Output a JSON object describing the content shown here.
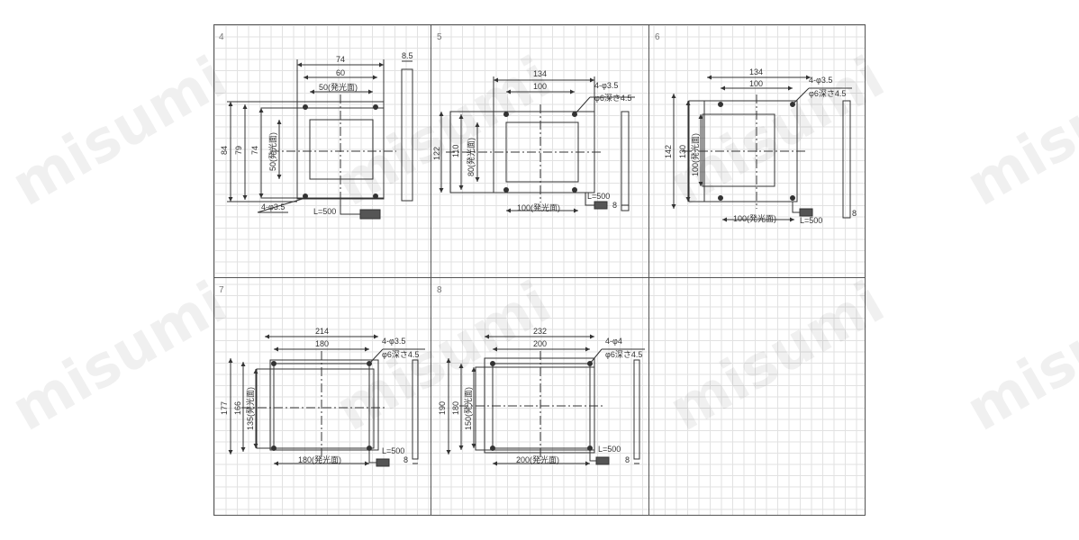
{
  "watermark": "misumi",
  "panels": [
    {
      "number": "4",
      "dims": {
        "w_total": "74",
        "w_mid": "60",
        "w_emit": "50(発光面)",
        "h_total": "84",
        "h_mid": "79",
        "h_inner": "74",
        "h_emit": "50(発光面)",
        "thickness": "8.5",
        "holes": "4-φ3.5",
        "cable": "L=500"
      }
    },
    {
      "number": "5",
      "dims": {
        "w_total": "134",
        "w_mid": "100",
        "w_emit": "100(発光面)",
        "h_total": "122",
        "h_mid": "110",
        "h_emit": "80(発光面)",
        "holes": "4-φ3.5",
        "counterbore": "φ6深さ4.5",
        "cable": "L=500",
        "thickness": "8"
      }
    },
    {
      "number": "6",
      "dims": {
        "w_total": "134",
        "w_mid": "100",
        "w_emit": "100(発光面)",
        "h_total": "142",
        "h_mid": "130",
        "h_emit": "100(発光面)",
        "holes": "4-φ3.5",
        "counterbore": "φ6深さ4.5",
        "cable": "L=500",
        "thickness": "8"
      }
    },
    {
      "number": "7",
      "dims": {
        "w_total": "214",
        "w_mid": "180",
        "w_emit": "180(発光面)",
        "h_total": "177",
        "h_mid": "166",
        "h_emit": "135(発光面)",
        "holes": "4-φ3.5",
        "counterbore": "φ6深さ4.5",
        "cable": "L=500",
        "thickness": "8"
      }
    },
    {
      "number": "8",
      "dims": {
        "w_total": "232",
        "w_mid": "200",
        "w_emit": "200(発光面)",
        "h_total": "190",
        "h_mid": "180",
        "h_emit": "150(発光面)",
        "holes": "4-φ4",
        "counterbore": "φ6深さ4.5",
        "cable": "L=500",
        "thickness": "8"
      }
    }
  ]
}
